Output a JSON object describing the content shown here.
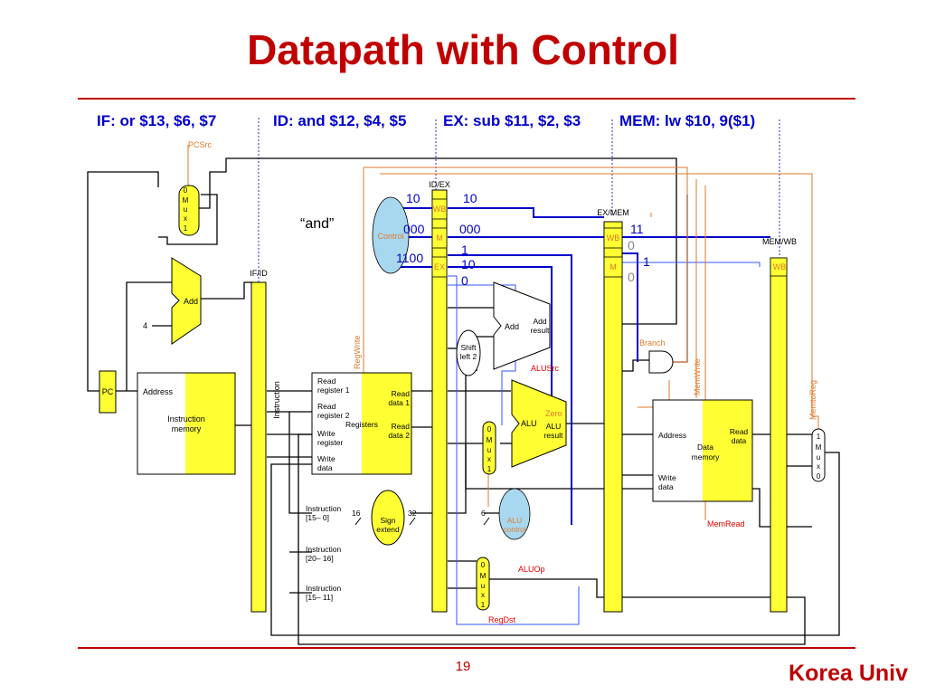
{
  "title": "Datapath with Control",
  "stages": {
    "if": "IF: or $13, $6, $7",
    "id": "ID: and $12, $4, $5",
    "ex": "EX: sub $11, $2, $3",
    "mem": "MEM: lw $10, 9($1)"
  },
  "diagram": {
    "pcsrc": "PCSrc",
    "mux_labels": [
      "0",
      "M",
      "u",
      "x",
      "1"
    ],
    "mux_memtoreg": [
      "1",
      "M",
      "u",
      "x",
      "0"
    ],
    "add": "Add",
    "four": "4",
    "pc": "PC",
    "address": "Address",
    "instruction_memory": [
      "Instruction",
      "memory"
    ],
    "if_id": "IF/ID",
    "instruction": "Instruction",
    "id_ex": "ID/EX",
    "ex_mem": "EX/MEM",
    "mem_wb": "MEM/WB",
    "wb": "WB",
    "m": "M",
    "ex": "EX",
    "control": "Control",
    "and_quote": "“and”",
    "regwrite": "RegWrite",
    "registers": {
      "read_register_1": [
        "Read",
        "register 1"
      ],
      "read_register_2": [
        "Read",
        "register 2"
      ],
      "write_register": [
        "Write",
        "register"
      ],
      "write_data": [
        "Write",
        "data"
      ],
      "read_data_1": [
        "Read",
        "data 1"
      ],
      "read_data_2": [
        "Read",
        "data 2"
      ],
      "name": "Registers"
    },
    "shift_left_2": [
      "Shift",
      "left 2"
    ],
    "add_result": [
      "Add",
      "result"
    ],
    "alusrc": "ALUSrc",
    "alu": "ALU",
    "zero": "Zero",
    "alu_result": [
      "ALU",
      "result"
    ],
    "branch": "Branch",
    "memwrite": "MemWrite",
    "memtoreg": "MemtoReg",
    "data_memory": [
      "Data",
      "memory"
    ],
    "read_data": [
      "Read",
      "data"
    ],
    "memread": "MemRead",
    "sign_extend": [
      "Sign",
      "extend"
    ],
    "instr_15_0": [
      "Instruction",
      "[15– 0]"
    ],
    "instr_20_16": [
      "Instruction",
      "[20– 16]"
    ],
    "instr_15_11": [
      "Instruction",
      "[15– 11]"
    ],
    "bits_16": "16",
    "bits_32": "32",
    "bits_6": "6",
    "alu_control": [
      "ALU",
      "control"
    ],
    "aluop": "ALUOp",
    "regdst": "RegDst",
    "values": {
      "ctl_wb": "10",
      "ctl_m": "000",
      "ctl_ex": "1100",
      "idex_wb": "10",
      "idex_m": "000",
      "idex_ex_1": "1",
      "idex_ex_2": "10",
      "idex_ex_3": "0",
      "exmem_wb": "11",
      "exmem_m_1": "0",
      "exmem_m_2": "1",
      "exmem_m_3": "0"
    }
  },
  "footer": {
    "page": "19",
    "brand": "Korea Univ"
  },
  "colors": {
    "accent_red": "#c00000",
    "stage_blue": "#0000cc",
    "control_orange": "#e07a2c",
    "pipeline_yellow": "#ffff33",
    "control_ellipse": "#a8d8f0"
  }
}
